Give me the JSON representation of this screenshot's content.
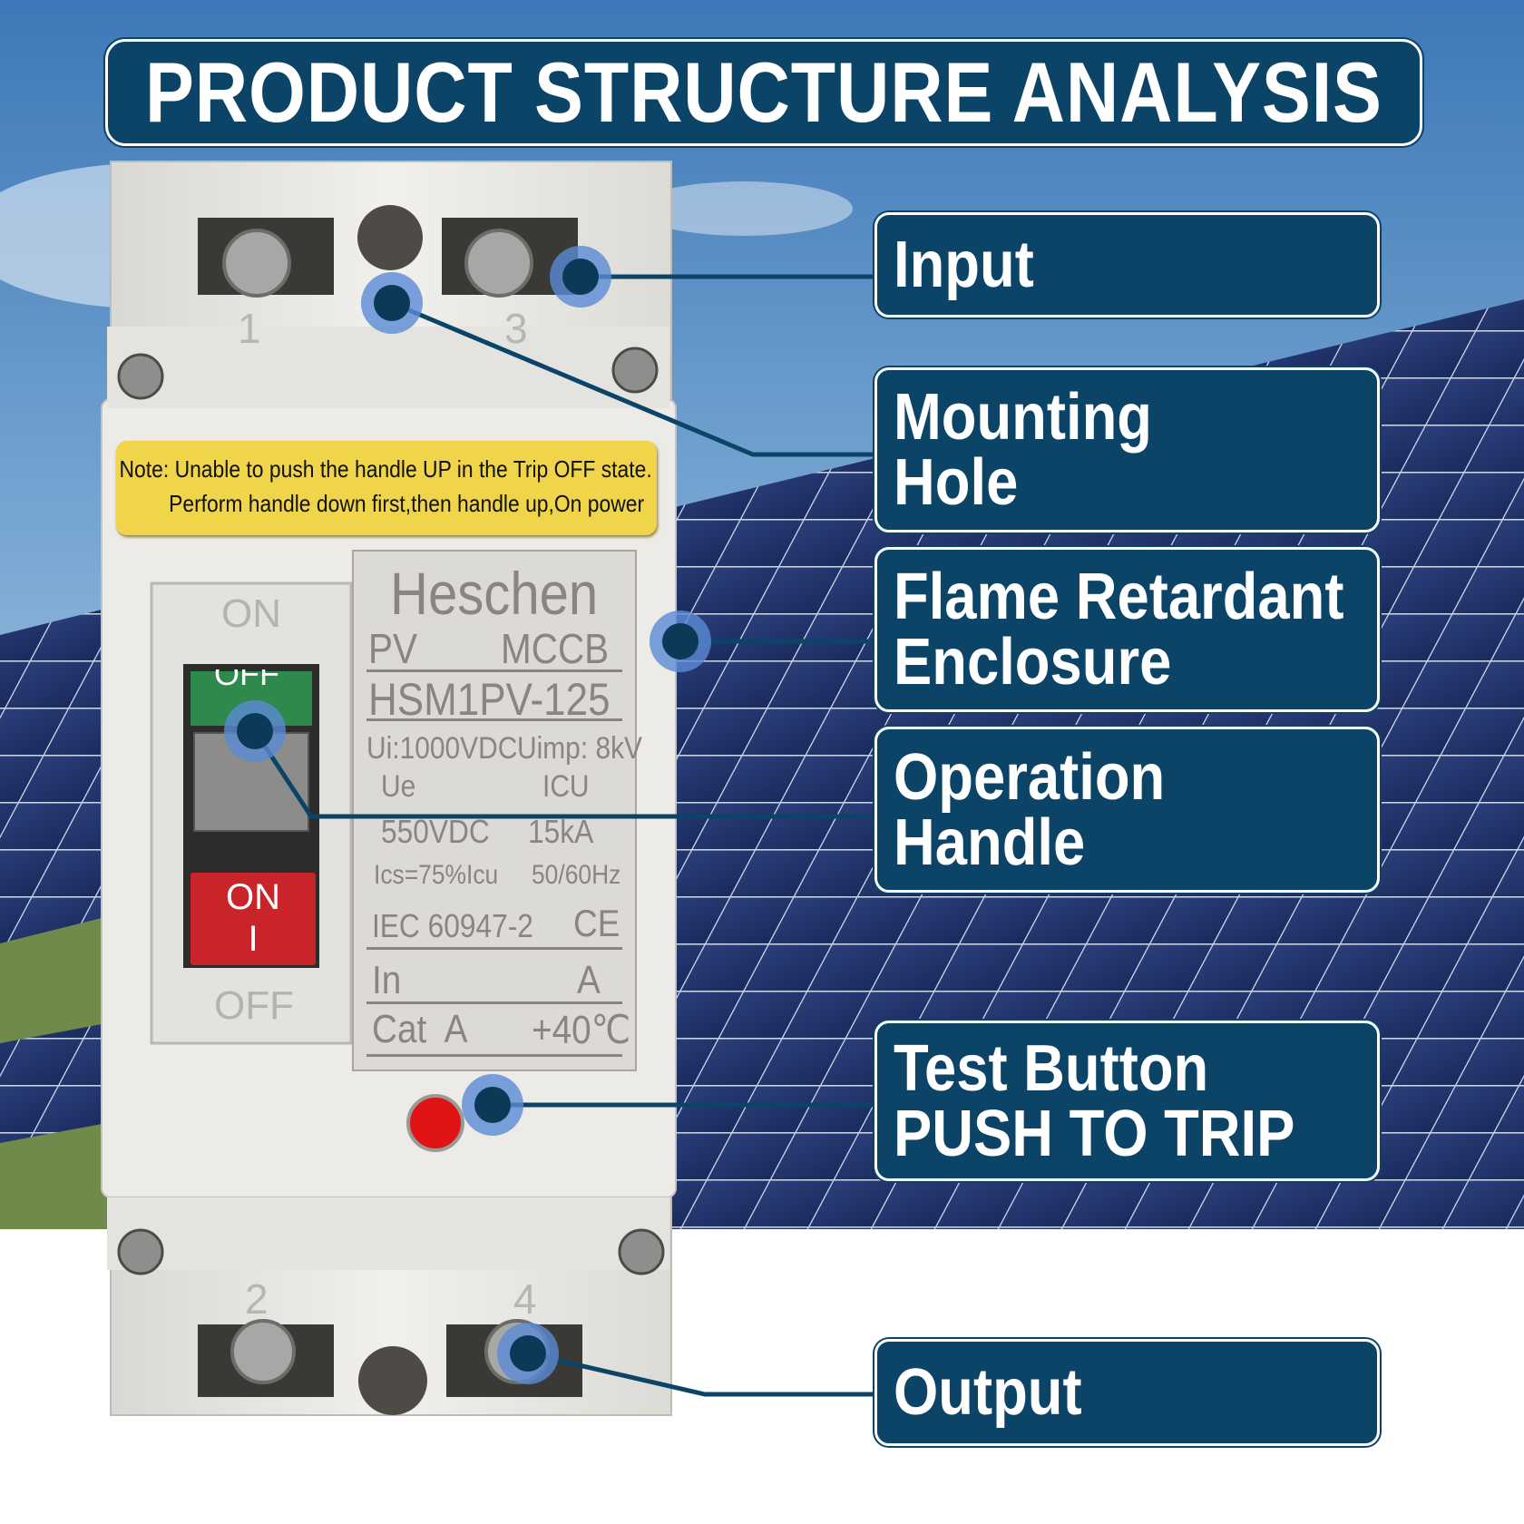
{
  "title": "PRODUCT STRUCTURE ANALYSIS",
  "callouts": {
    "input": {
      "line1": "Input"
    },
    "mounting_hole": {
      "line1": "Mounting",
      "line2": "Hole"
    },
    "enclosure": {
      "line1": "Flame Retardant",
      "line2": "Enclosure"
    },
    "handle": {
      "line1": "Operation",
      "line2": "Handle"
    },
    "test_button": {
      "line1": "Test Button",
      "line2": "PUSH TO TRIP"
    },
    "output": {
      "line1": "Output"
    }
  },
  "note": {
    "line1": "Note: Unable to push the handle UP in the Trip OFF state.",
    "line2": "Perform handle down first,then handle up,On power"
  },
  "terminals": {
    "t1": "1",
    "t2": "2",
    "t3": "3",
    "t4": "4"
  },
  "switch": {
    "on_top": "ON",
    "off_bottom": "OFF",
    "off_window": "OFF",
    "on_button": "ON",
    "on_symbol": "I"
  },
  "plate": {
    "brand": "Heschen",
    "pv": "PV",
    "mccb": "MCCB",
    "model": "HSM1PV-125",
    "ui": "Ui:1000VDC",
    "uimp": "Uimp: 8kV",
    "ue": "Ue",
    "icu": "ICU",
    "ue_val": "550VDC",
    "icu_val": "15kA",
    "ics": "Ics=75%Icu",
    "freq": "50/60Hz",
    "standard": "IEC 60947-2",
    "ce": "CE",
    "in": "In",
    "in_unit": "A",
    "cat": "Cat  A",
    "temp": "+40℃"
  },
  "colors": {
    "navy": "#0b4466",
    "dot": "#5b8bd6",
    "note_yellow": "#f0d44a",
    "on_red": "#c9242a"
  }
}
